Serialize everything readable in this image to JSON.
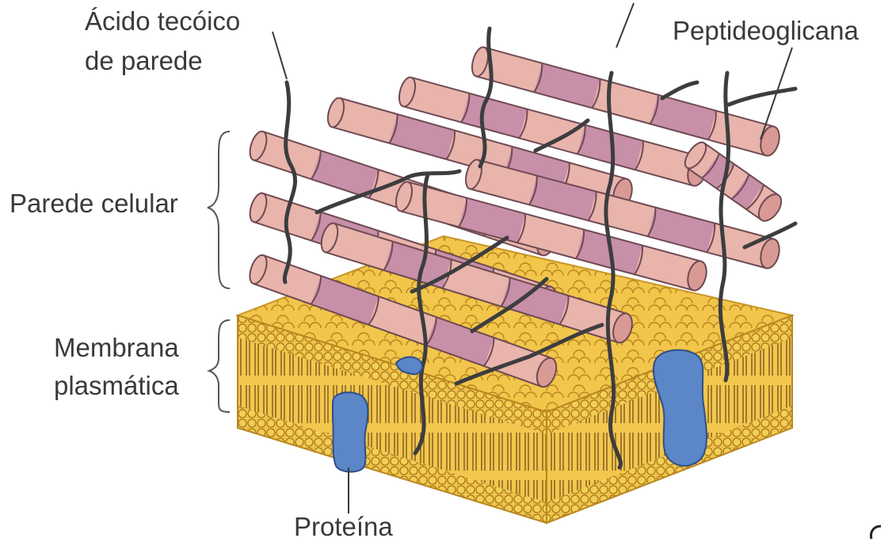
{
  "labels": {
    "teichoic_line1": "Ácido tecóico",
    "teichoic_line2": "de parede",
    "peptidoglycan": "Peptideoglicana",
    "cell_wall": "Parede celular",
    "membrane_line1": "Membrana",
    "membrane_line2": "plasmática",
    "protein": "Proteína"
  },
  "colors": {
    "rod_light": "#e8b4ab",
    "rod_dark": "#c88fa8",
    "rod_cap": "#d99a95",
    "membrane_fill": "#f1c24a",
    "membrane_dark": "#d99d1e",
    "protein": "#5b86c8",
    "strand": "#3d3d3f"
  }
}
